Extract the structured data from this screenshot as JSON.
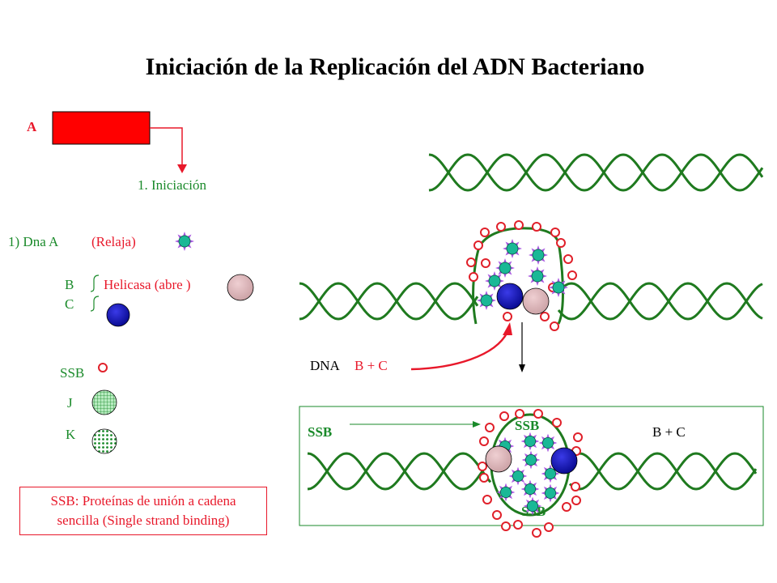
{
  "title": "Iniciación de la Replicación del ADN Bacteriano",
  "colors": {
    "red": "#e8182a",
    "green": "#1a8a2a",
    "dna_green": "#1f7a1f",
    "blue": "#0b0fb0",
    "pink": "#dcb2b6",
    "purple": "#a857e0",
    "teal": "#1ab896",
    "ssb_ring": "#e0202a"
  },
  "legend": {
    "a_label": "A",
    "step_label": "1.  Iniciación",
    "dna_a_label": "1)  Dna  A",
    "dna_a_note": "(Relaja)",
    "b_label": "B",
    "c_label": "C",
    "helicase_label": "Helicasa  (abre )",
    "ssb_label": "SSB",
    "j_label": "J",
    "k_label": "K",
    "note_line1": "SSB: Proteínas de unión a cadena",
    "note_line2": "sencilla  (Single strand binding)"
  },
  "diagram": {
    "arrow_label_prefix": "DNA",
    "arrow_label_bc": "B  + C",
    "panel_ssb_left": "SSB",
    "panel_ssb_top": "SSB",
    "panel_ssb_bottom": "SSB",
    "panel_bc": "B + C"
  }
}
